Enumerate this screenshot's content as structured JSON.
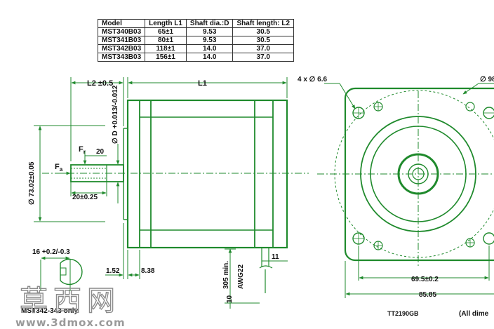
{
  "table": {
    "headers": [
      "Model",
      "Length L1",
      "Shaft dia.:D",
      "Shaft length: L2"
    ],
    "rows": [
      [
        "MST340B03",
        "65±1",
        "9.53",
        "30.5"
      ],
      [
        "MST341B03",
        "80±1",
        "9.53",
        "30.5"
      ],
      [
        "MST342B03",
        "118±1",
        "14.0",
        "37.0"
      ],
      [
        "MST343B03",
        "156±1",
        "14.0",
        "37.0"
      ]
    ]
  },
  "labels": {
    "l2": "L2 ±0.5",
    "l1": "L1",
    "shaft_dia": "∅ D +0.013/-0.012",
    "body_dia": "∅ 73.02±0.05",
    "fr": "F",
    "fr_sub": "r",
    "fa": "F",
    "fa_sub": "a",
    "twenty": "20",
    "twenty_tol": "20±0.25",
    "flat": "16 +0.2/-0.3",
    "flat_note": "MST342-343 only",
    "d152": "1.52",
    "d838": "8.38",
    "lead_len": "305 min.",
    "awg": "AWG22",
    "d11": "11",
    "d10": "10",
    "holes": "4 x ∅ 6.6",
    "bolt_circle": "∅ 98",
    "d695": "69.5±0.2",
    "d8585": "85.85",
    "code": "TT2190GB",
    "all_dim": "(All dime"
  },
  "watermark": {
    "chars": "草西网",
    "url": "www.3dmox.com"
  },
  "colors": {
    "outline": "#1f8a2c",
    "dimension": "#1f8a2c",
    "text": "#111111"
  }
}
